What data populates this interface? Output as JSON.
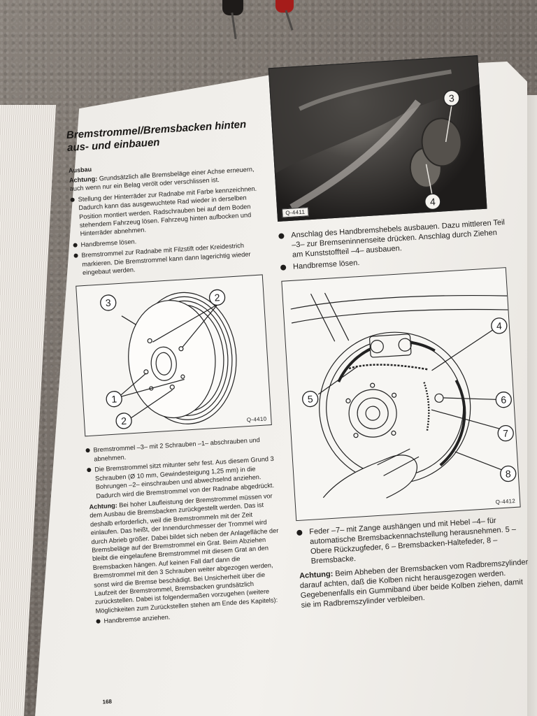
{
  "title_lines": [
    "Bremstrommel/Bremsbacken hinten",
    "aus- und einbauen"
  ],
  "section_ausbau": "Ausbau",
  "left_top": {
    "achtung_label": "Achtung:",
    "achtung_text": "Grundsätzlich alle Bremsbeläge einer Achse erneuern, auch wenn nur ein Belag verölt oder verschlissen ist.",
    "bullets": [
      "Stellung der Hinterräder zur Radnabe mit Farbe kennzeichnen. Dadurch kann das ausgewuchtete Rad wieder in derselben Position montiert werden. Radschrauben bei auf dem Boden stehendem Fahrzeug lösen. Fahrzeug hinten aufbocken und Hinterräder abnehmen.",
      "Handbremse lösen.",
      "Bremstrommel zur Radnabe mit Filzstift oder Kreidestrich markieren. Die Bremstrommel kann dann lagerichtig wieder eingebaut werden."
    ]
  },
  "figure_left": {
    "code": "Q-4410",
    "callouts": [
      "3",
      "2",
      "1",
      "2"
    ]
  },
  "left_bottom": {
    "bullets": [
      "Bremstrommel –3– mit 2 Schrauben –1– abschrauben und abnehmen.",
      "Die Bremstrommel sitzt mitunter sehr fest. Aus diesem Grund 3 Schrauben (Ø 10 mm, Gewindesteigung 1,25 mm) in die Bohrungen –2– einschrauben und abwechselnd anziehen. Dadurch wird die Bremstrommel von der Radnabe abgedrückt."
    ],
    "achtung_label": "Achtung:",
    "achtung_text": "Bei hoher Laufleistung der Bremstrommel müssen vor dem Ausbau die Bremsbacken zurückgestellt werden. Das ist deshalb erforderlich, weil die Bremstrommeln mit der Zeit einlaufen. Das heißt, der Innendurchmesser der Trommel wird durch Abrieb größer. Dabei bildet sich neben der Anlagefläche der Bremsbeläge auf der Bremstrommel ein Grat. Beim Abziehen bleibt die eingelaufene Bremstrommel mit diesem Grat an den Bremsbacken hängen. Auf keinen Fall darf dann die Bremstrommel mit den 3 Schrauben weiter abgezogen werden, sonst wird die Bremse beschädigt. Bei Unsicherheit über die Laufzeit der Bremstrommel, Bremsbacken grundsätzlich zurückstellen. Dabei ist folgendermaßen vorzugehen (weitere Möglichkeiten zum Zurückstellen stehen am Ende des Kapitels):",
    "final_bullet": "Handbremse anziehen.",
    "page_number": "168"
  },
  "figure_photo": {
    "code": "Q-4411",
    "callouts": [
      "3",
      "4"
    ]
  },
  "right_mid": {
    "bullets": [
      "Anschlag des Handbremshebels ausbauen. Dazu mittleren Teil –3– zur Bremseninnenseite drücken. Anschlag durch Ziehen am Kunststoffteil –4– ausbauen.",
      "Handbremse lösen."
    ]
  },
  "figure_right": {
    "code": "Q-4412",
    "callouts": [
      "4",
      "5",
      "6",
      "7",
      "8"
    ]
  },
  "right_bottom": {
    "bullet": "Feder –7– mit Zange aushängen und mit Hebel –4– für automatische Bremsbackennachstellung herausnehmen. 5 – Obere Rückzugfeder, 6 – Bremsbacken-Haltefeder, 8 – Bremsbacke.",
    "achtung_label": "Achtung:",
    "achtung_text": "Beim Abheben der Bremsbacken vom Radbremszylinder darauf achten, daß die Kolben nicht herausgezogen werden. Gegebenenfalls ein Gummiband über beide Kolben ziehen, damit sie im Radbremszylinder verbleiben."
  }
}
